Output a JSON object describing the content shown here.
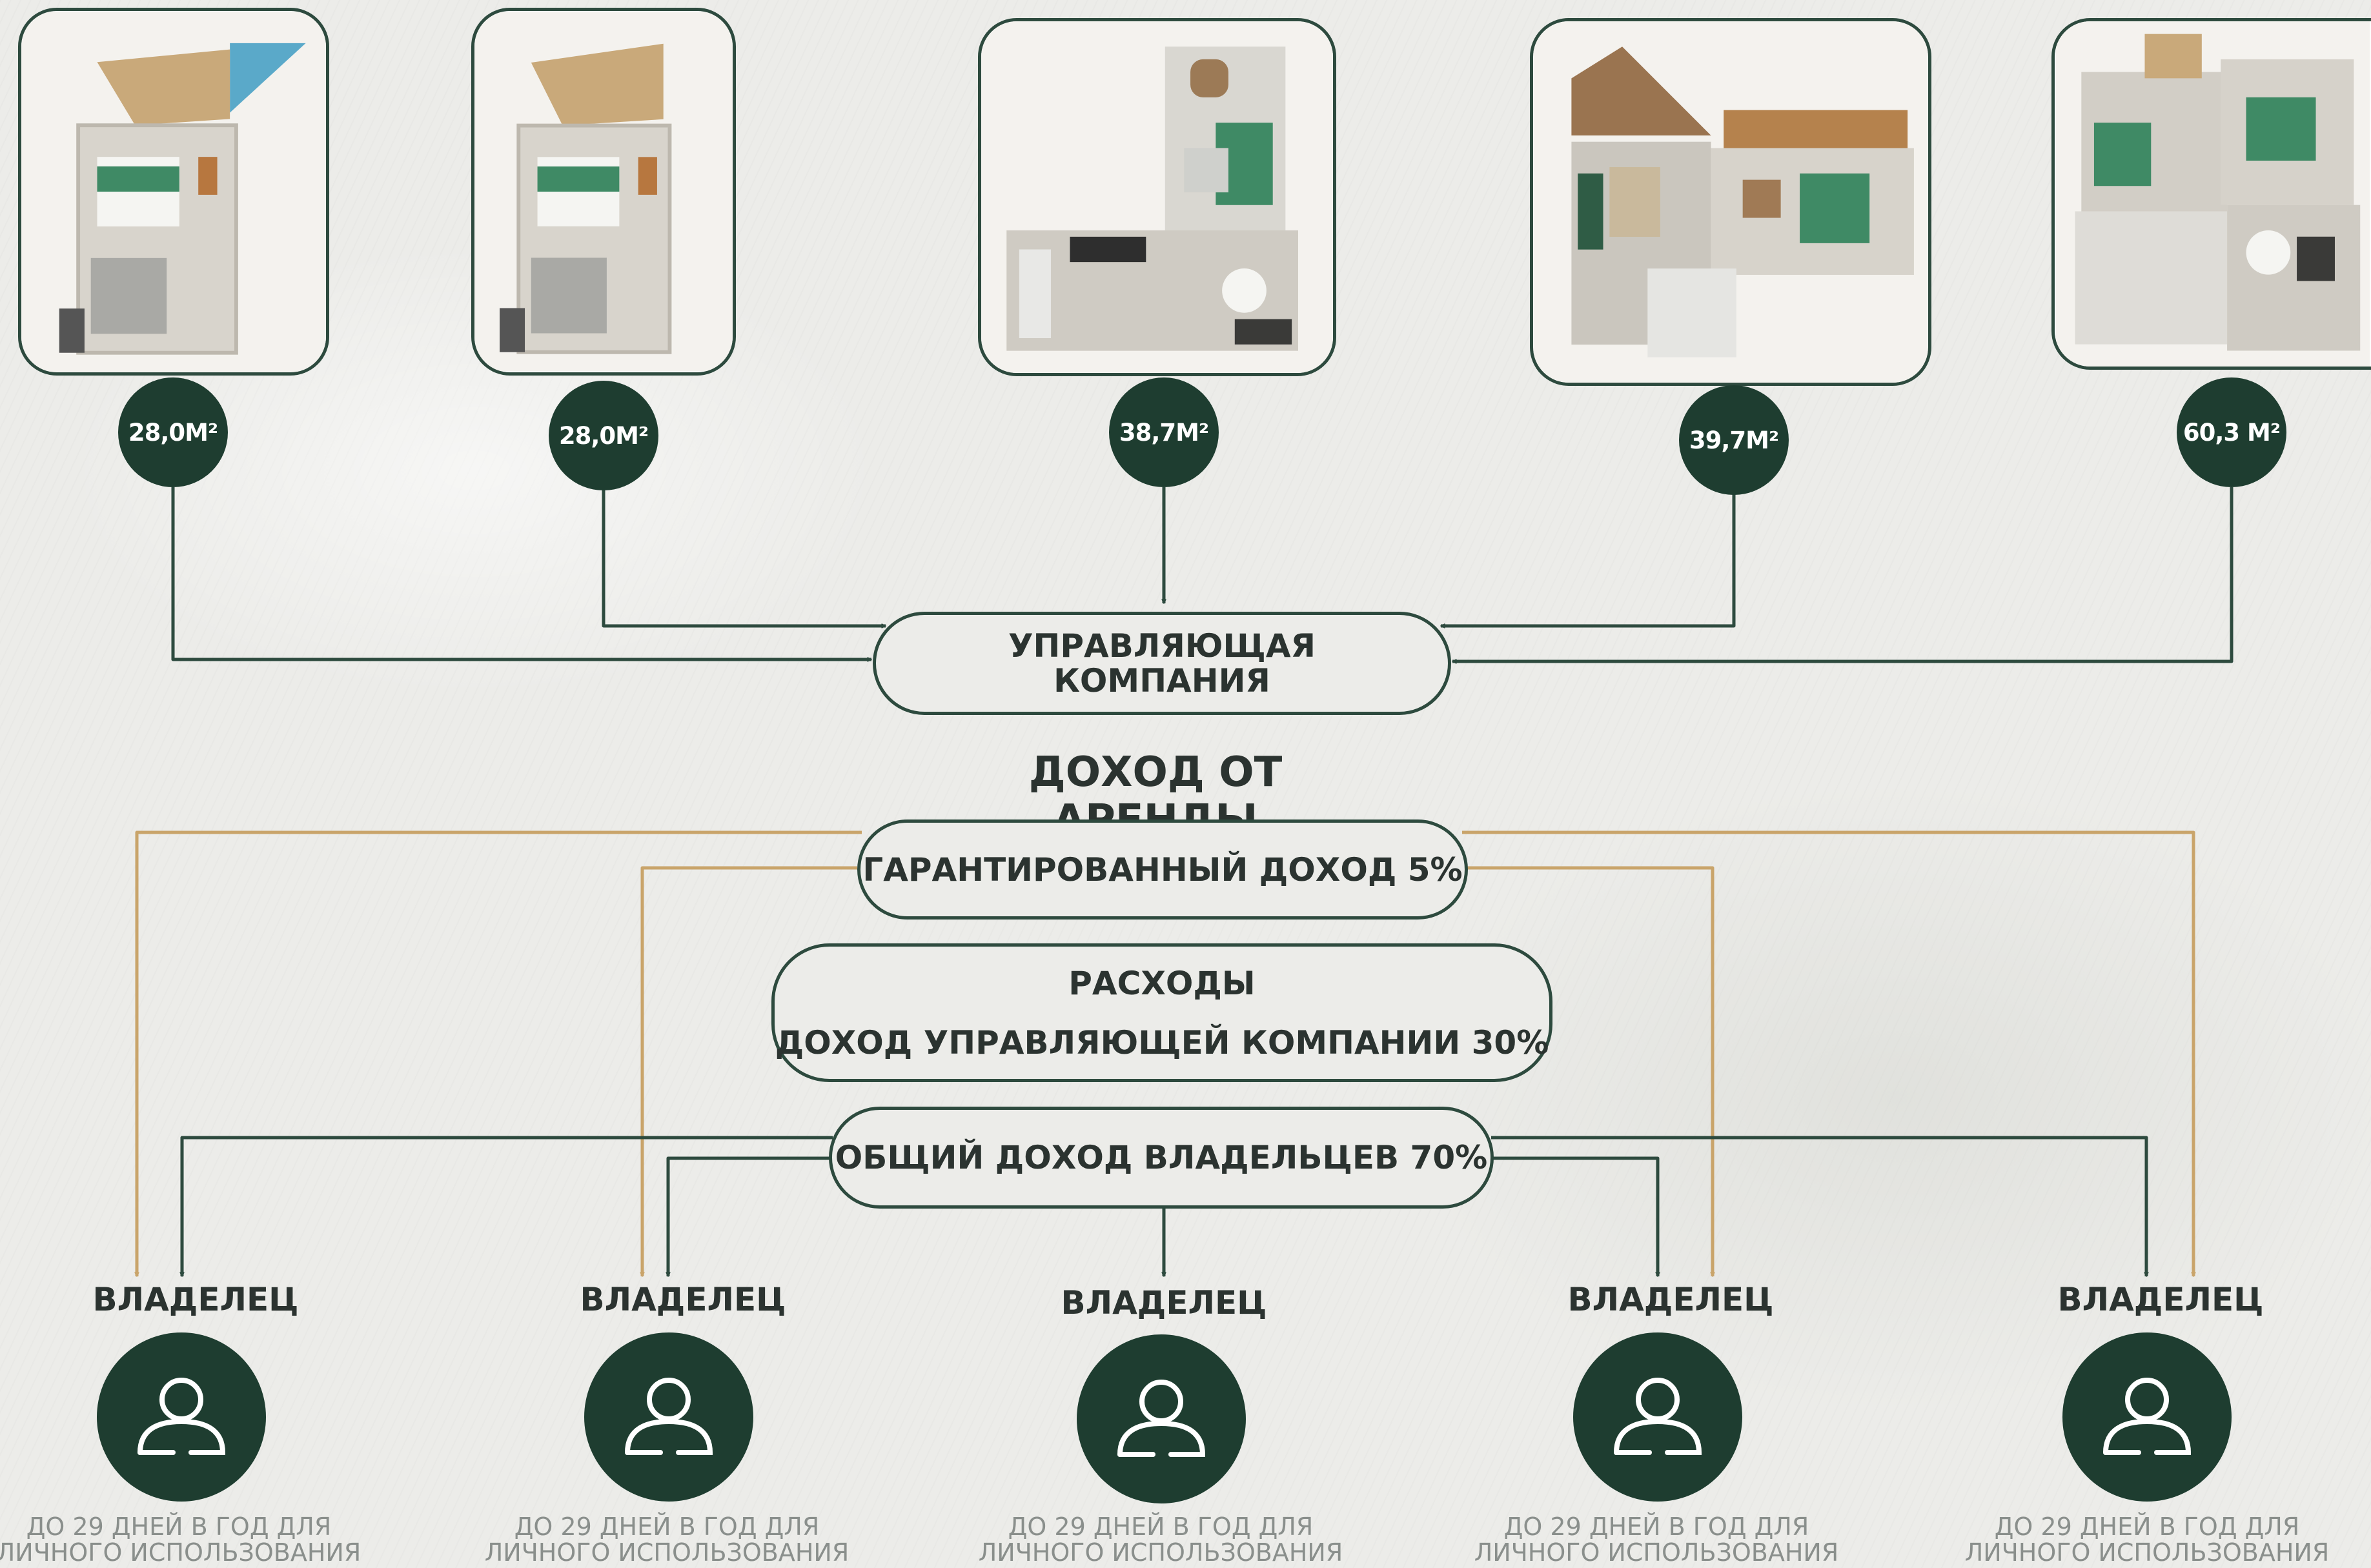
{
  "colors": {
    "dark_green": "#1e3d30",
    "outline_green": "#2d4a3e",
    "gold": "#c9a46a",
    "background": "#ecece9"
  },
  "apartments": [
    {
      "area": "28,0M²",
      "plan_icon": "floor-plan-studio-icon"
    },
    {
      "area": "28,0M²",
      "plan_icon": "floor-plan-studio-icon"
    },
    {
      "area": "38,7M²",
      "plan_icon": "floor-plan-one-bedroom-icon"
    },
    {
      "area": "39,7M²",
      "plan_icon": "floor-plan-one-bedroom-icon"
    },
    {
      "area": "60,3 M²",
      "plan_icon": "floor-plan-two-bedroom-icon"
    }
  ],
  "management_company": {
    "line1": "УПРАВЛЯЮЩАЯ",
    "line2": "КОМПАНИЯ"
  },
  "income_title": "ДОХОД ОТ АРЕНДЫ",
  "guaranteed_income": "ГАРАНТИРОВАННЫЙ ДОХОД 5%",
  "expenses": {
    "line1": "РАСХОДЫ",
    "line2": "ДОХОД УПРАВЛЯЮЩЕЙ КОМПАНИИ 30%"
  },
  "owners_income": "ОБЩИЙ ДОХОД ВЛАДЕЛЬЦЕВ 70%",
  "owners": [
    {
      "label": "ВЛАДЕЛЕЦ",
      "note_line1": "ДО 29 ДНЕЙ В ГОД ДЛЯ",
      "note_line2": "ЛИЧНОГО ИСПОЛЬЗОВАНИЯ",
      "icon": "user-icon"
    },
    {
      "label": "ВЛАДЕЛЕЦ",
      "note_line1": "ДО 29 ДНЕЙ В ГОД ДЛЯ",
      "note_line2": "ЛИЧНОГО ИСПОЛЬЗОВАНИЯ",
      "icon": "user-icon"
    },
    {
      "label": "ВЛАДЕЛЕЦ",
      "note_line1": "ДО 29 ДНЕЙ В ГОД ДЛЯ",
      "note_line2": "ЛИЧНОГО ИСПОЛЬЗОВАНИЯ",
      "icon": "user-icon"
    },
    {
      "label": "ВЛАДЕЛЕЦ",
      "note_line1": "ДО 29 ДНЕЙ В ГОД ДЛЯ",
      "note_line2": "ЛИЧНОГО ИСПОЛЬЗОВАНИЯ",
      "icon": "user-icon"
    },
    {
      "label": "ВЛАДЕЛЕЦ",
      "note_line1": "ДО 29 ДНЕЙ В ГОД ДЛЯ",
      "note_line2": "ЛИЧНОГО ИСПОЛЬЗОВАНИЯ",
      "icon": "user-icon"
    }
  ]
}
